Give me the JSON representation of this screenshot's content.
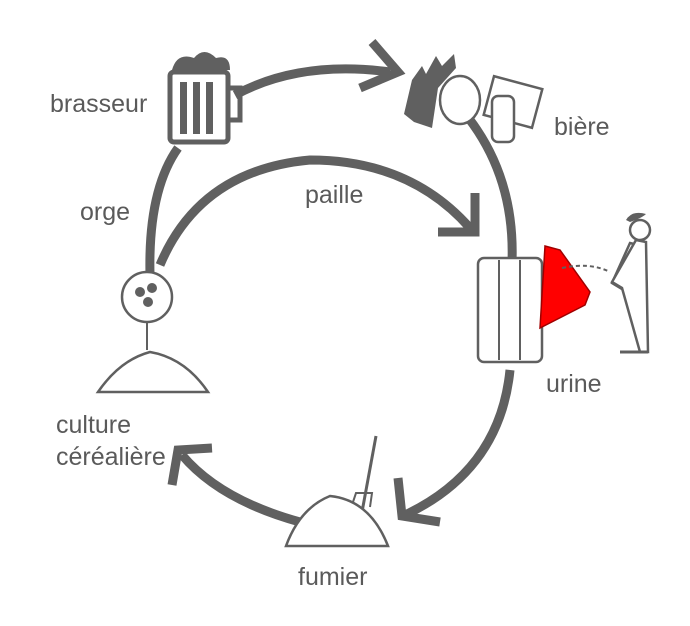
{
  "title": "Cycle bière – urine – fumier – céréales",
  "labels": {
    "brasseur": "brasseur",
    "biere": "bière",
    "orge": "orge",
    "paille": "paille",
    "urine": "urine",
    "culture_line1": "culture",
    "culture_line2": "céréalière",
    "fumier": "fumier"
  },
  "colors": {
    "line": "#606060",
    "text": "#5a5a5a",
    "accent": "#ff0000"
  }
}
